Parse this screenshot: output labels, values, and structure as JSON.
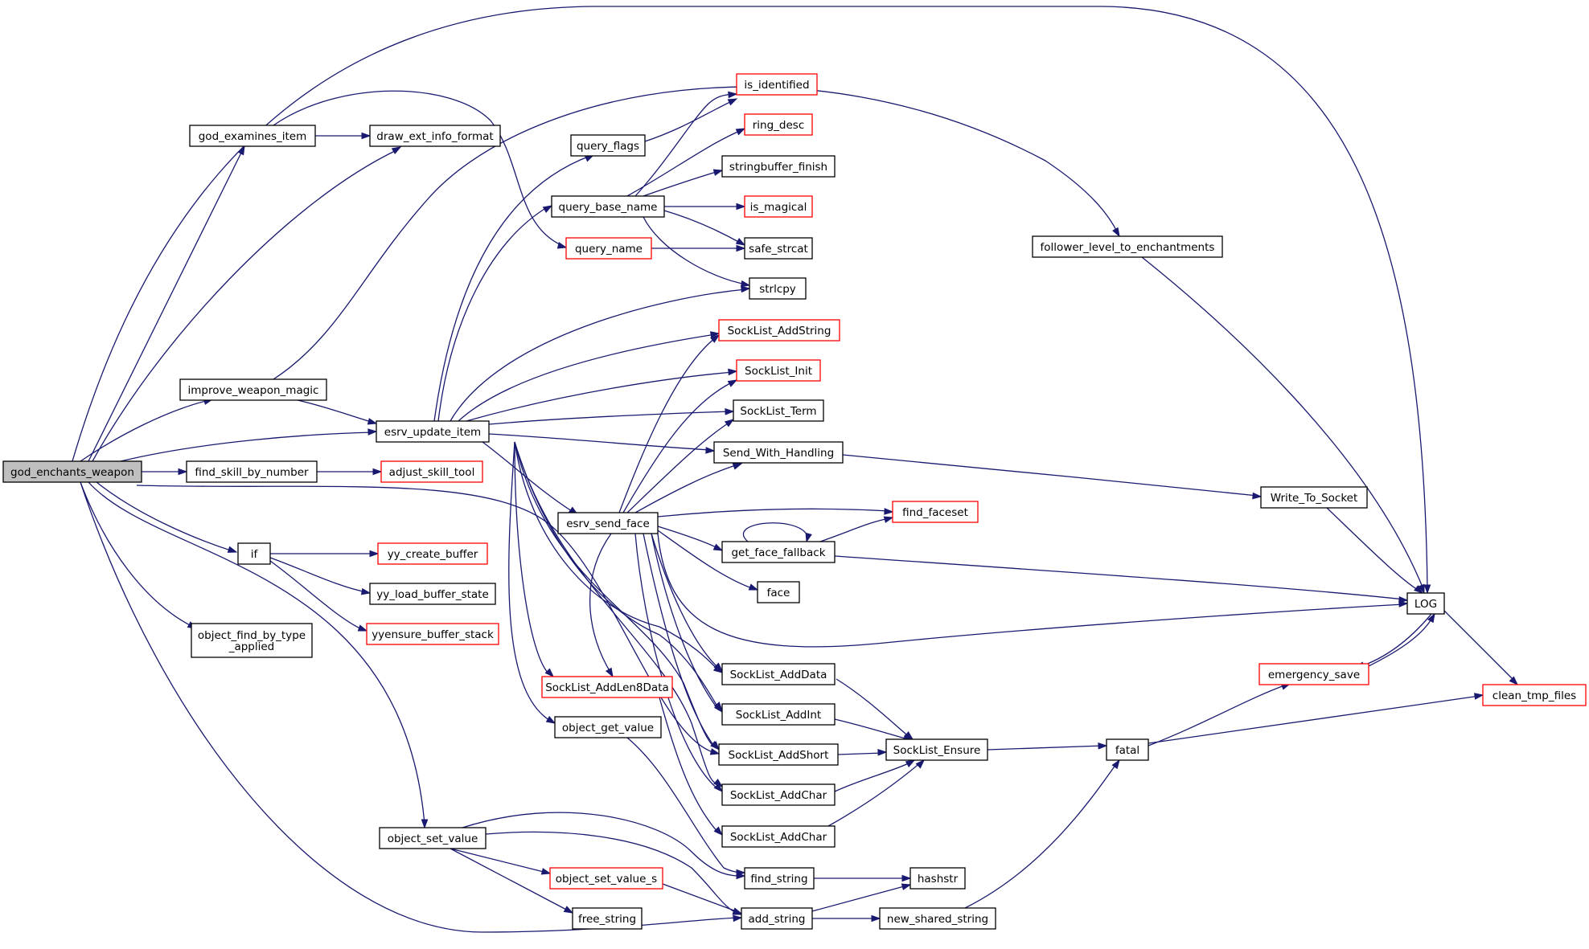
{
  "graph": {
    "nodes": {
      "root": "god_enchants_weapon",
      "gei": "god_examines_item",
      "deif": "draw_ext_info_format",
      "iwm": "improve_weapon_magic",
      "eui": "esrv_update_item",
      "fsbn": "find_skill_by_number",
      "ast": "adjust_skill_tool",
      "if1": "if",
      "ycb": "yy_create_buffer",
      "ylbs": "yy_load_buffer_state",
      "yebs": "yyensure_buffer_stack",
      "ofbt": [
        "object_find_by_type",
        "_applied"
      ],
      "osv": "object_set_value",
      "osvs": "object_set_value_s",
      "fs": "free_string",
      "as": "add_string",
      "fstr": "find_string",
      "hash": "hashstr",
      "nss": "new_shared_string",
      "fatal": "fatal",
      "qf": "query_flags",
      "qbn": "query_base_name",
      "qn": "query_name",
      "isid": "is_identified",
      "rd": "ring_desc",
      "sbf": "stringbuffer_finish",
      "ism": "is_magical",
      "ss": "safe_strcat",
      "sl": "strlcpy",
      "slas": "SockList_AddString",
      "sli": "SockList_Init",
      "slt": "SockList_Term",
      "swh": "Send_With_Handling",
      "esf": "esrv_send_face",
      "ff": "find_faceset",
      "gff": "get_face_fallback",
      "face": "face",
      "slad": "SockList_AddData",
      "sla8": "SockList_AddLen8Data",
      "slai": "SockList_AddInt",
      "ogv": "object_get_value",
      "slash": "SockList_AddShort",
      "slac1": "SockList_AddChar",
      "slac2": "SockList_AddChar",
      "sle": "SockList_Ensure",
      "flte": "follower_level_to_enchantments",
      "wts": "Write_To_Socket",
      "log": "LOG",
      "es": "emergency_save",
      "ctf": "clean_tmp_files"
    }
  }
}
